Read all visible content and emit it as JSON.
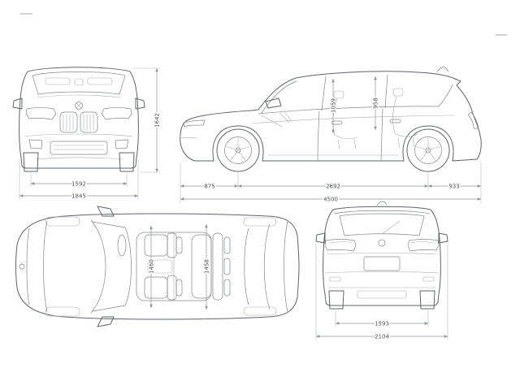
{
  "colors": {
    "outline": "#5f646b",
    "detail": "#82878f",
    "dimension_line": "#8f959c",
    "background": "#ffffff"
  },
  "views": {
    "front": {
      "track_width": "1592",
      "overall_width": "1845",
      "overall_height": "1642"
    },
    "side": {
      "front_interior_height": "1059",
      "rear_interior_height": "958",
      "front_overhang": "875",
      "wheelbase": "2692",
      "rear_overhang": "933",
      "overall_length": "4500"
    },
    "top": {
      "front_interior_width": "1460",
      "rear_interior_width": "1458"
    },
    "rear": {
      "track_width": "1593",
      "overall_width_mirrors": "2104"
    }
  }
}
